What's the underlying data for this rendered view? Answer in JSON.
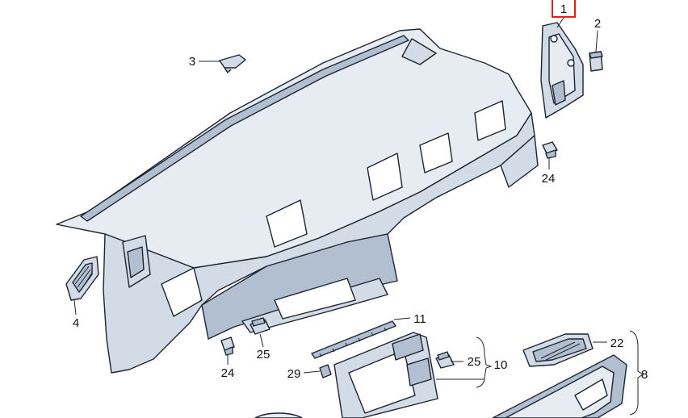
{
  "callouts": {
    "c1": "1",
    "c2": "2",
    "c3": "3",
    "c4": "4",
    "c8": "8",
    "c10": "10",
    "c11": "11",
    "c22": "22",
    "c24a": "24",
    "c24b": "24",
    "c25a": "25",
    "c25b": "25",
    "c29": "29"
  },
  "colors": {
    "highlight_box": "#e02020",
    "part_fill": "#d3dbe6",
    "part_fill_light": "#e7ecf3",
    "part_fill_dark": "#b2bfd0",
    "outline": "#1c2430"
  }
}
